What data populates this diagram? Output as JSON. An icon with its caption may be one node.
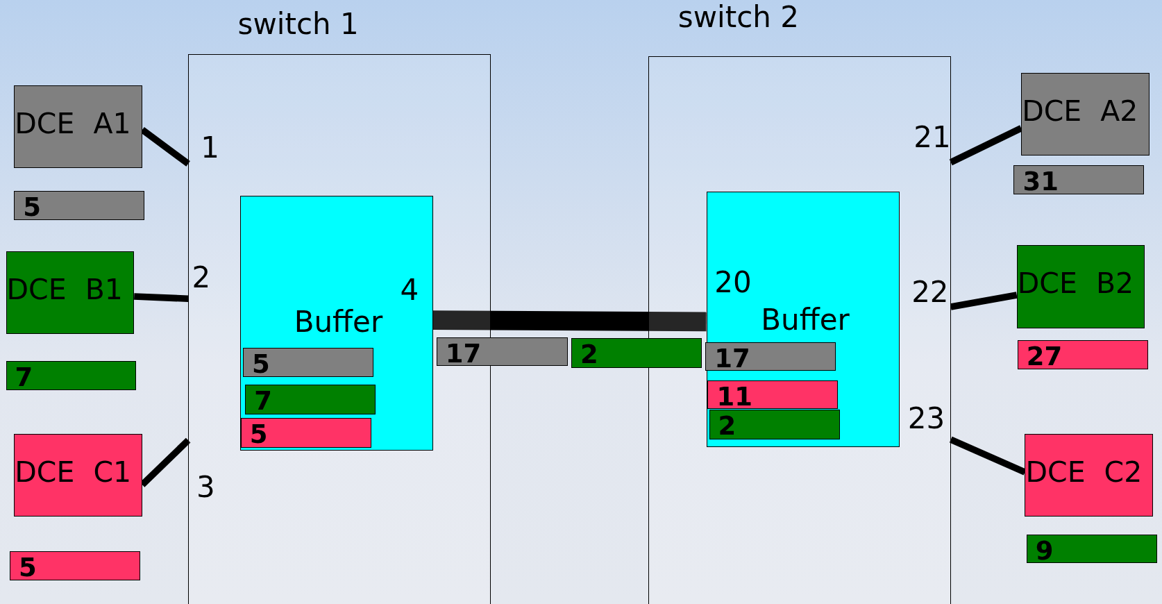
{
  "diagram": {
    "nodes": [
      {
        "text": [
          "switch 1"
        ]
      },
      {
        "text": [
          "Buffer"
        ],
        "in": 0
      },
      {
        "text": [
          "5"
        ],
        "in": 1
      },
      {
        "text": [
          "7"
        ],
        "in": 1
      },
      {
        "text": [
          "5"
        ],
        "in": 1
      },
      {
        "text": [
          "switch 2"
        ]
      },
      {
        "text": [
          "Buffer"
        ],
        "in": 5
      },
      {
        "text": [
          "17"
        ],
        "in": 6
      },
      {
        "text": [
          "11"
        ],
        "in": 6
      },
      {
        "text": [
          "2"
        ],
        "in": 6
      },
      {
        "text": [
          "17"
        ]
      },
      {
        "text": [
          "2"
        ]
      },
      {
        "text": [
          "DCE A1"
        ]
      },
      {
        "text": [
          "5"
        ]
      },
      {
        "text": [
          "DCE B1"
        ]
      },
      {
        "text": [
          "7"
        ]
      },
      {
        "text": [
          "DCE C1"
        ]
      },
      {
        "text": [
          "5"
        ]
      },
      {
        "text": [
          "DCE A2"
        ]
      },
      {
        "text": [
          "31"
        ]
      },
      {
        "text": [
          "DCE B2"
        ]
      },
      {
        "text": [
          "27"
        ]
      },
      {
        "text": [
          "DCE C2"
        ]
      },
      {
        "text": [
          "9"
        ]
      }
    ],
    "edges": [
      {
        "from": 12,
        "to": 0,
        "arrow": "none"
      },
      {
        "from": 14,
        "to": 0,
        "arrow": "none"
      },
      {
        "from": 16,
        "to": 0,
        "arrow": "none"
      },
      {
        "from": 1,
        "to": 6,
        "arrow": "none",
        "style": "thick"
      },
      {
        "from": 5,
        "to": 18,
        "arrow": "none"
      },
      {
        "from": 5,
        "to": 20,
        "arrow": "none"
      },
      {
        "from": 5,
        "to": 22,
        "arrow": "none"
      }
    ],
    "labels": [
      "1",
      "2",
      "4",
      "3",
      "21",
      "20",
      "22",
      "23"
    ]
  }
}
